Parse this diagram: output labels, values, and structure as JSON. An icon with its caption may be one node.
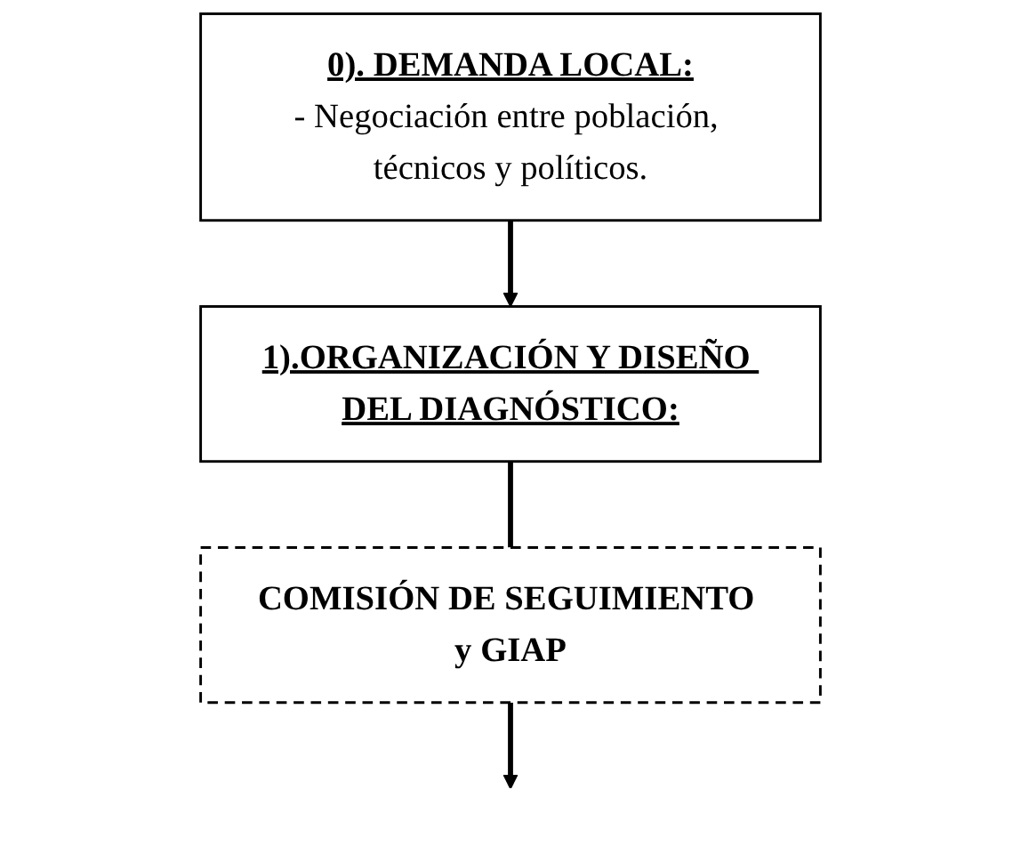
{
  "diagram": {
    "nodes": [
      {
        "text": [
          "0). DEMANDA LOCAL:",
          "- Negociación entre población, técnicos y políticos."
        ]
      },
      {
        "text": [
          "COMISIÓN DE SEGUIMIENTO y GIAP"
        ]
      },
      {
        "text": [
          "1).ORGANIZACIÓN Y DISEÑO DEL DIAGNÓSTICO:"
        ]
      }
    ],
    "edges": [
      {
        "from": 0,
        "to": 2,
        "arrow": "to"
      },
      {
        "from": 2,
        "to": 1,
        "arrow": "none"
      },
      {
        "from": 1,
        "to": null,
        "arrow": "to"
      }
    ]
  }
}
